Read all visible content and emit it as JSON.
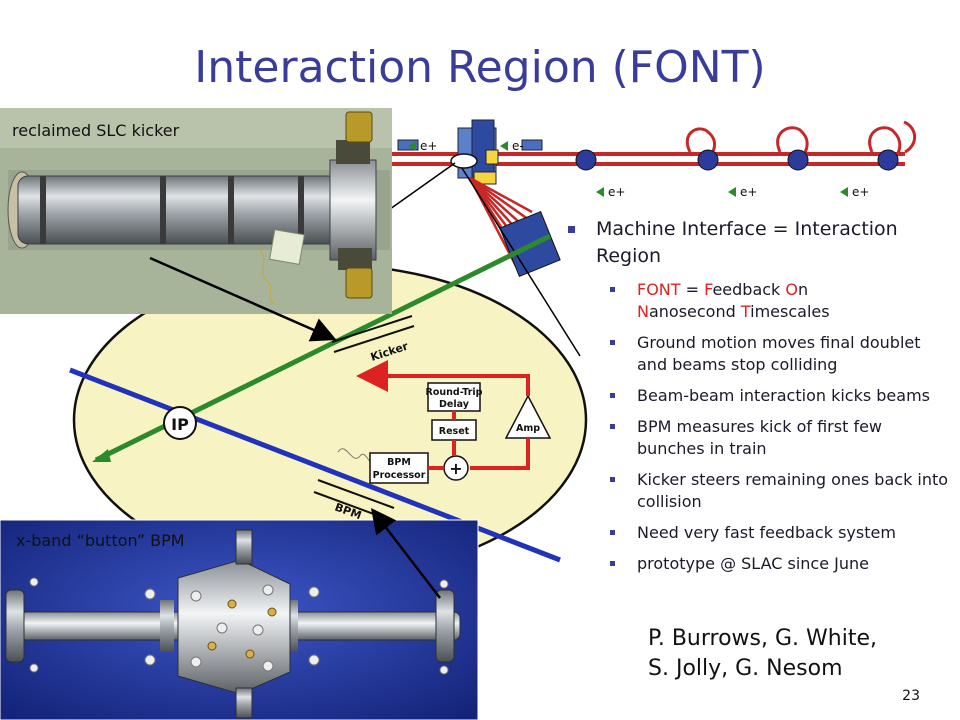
{
  "slide": {
    "title": "Interaction Region (FONT)",
    "page_number": "23"
  },
  "photos": {
    "kicker_label": "reclaimed SLC kicker",
    "bpm_label": "x-band “button” BPM"
  },
  "beamline": {
    "labels": [
      "e+",
      "e-",
      "e+",
      "e+",
      "e+"
    ]
  },
  "diagram": {
    "ip": "IP",
    "kicker": "Kicker",
    "bpm": "BPM",
    "round_trip_line1": "Round-Trip",
    "round_trip_line2": "Delay",
    "reset": "Reset",
    "amp": "Amp",
    "processor_line1": "BPM",
    "processor_line2": "Processor",
    "plus": "+"
  },
  "bullets": {
    "main": "Machine Interface = Interaction Region",
    "font_def": {
      "acronym": "FONT",
      "equals": " = ",
      "f": "F",
      "eedback": "eedback ",
      "o": "O",
      "n_word": "n",
      "n": "N",
      "anosecond": "anosecond ",
      "t": "T",
      "imescales": "imescales"
    },
    "items": [
      "Ground motion moves final doublet and beams stop colliding",
      "Beam-beam interaction kicks beams",
      "BPM measures kick of first few bunches in train",
      "Kicker steers remaining ones back into collision",
      "Need very fast feedback system",
      "prototype @ SLAC since June"
    ]
  },
  "authors": {
    "line1": "P. Burrows, G. White,",
    "line2": "S. Jolly, G. Nesom"
  },
  "colors": {
    "title": "#3a3c9a",
    "accent_red": "#e02020",
    "beam_green": "#2c8a2c",
    "beam_blue": "#2233bb",
    "ellipse_fill": "#f7f3c2",
    "bullet": "#3a3c9a"
  }
}
